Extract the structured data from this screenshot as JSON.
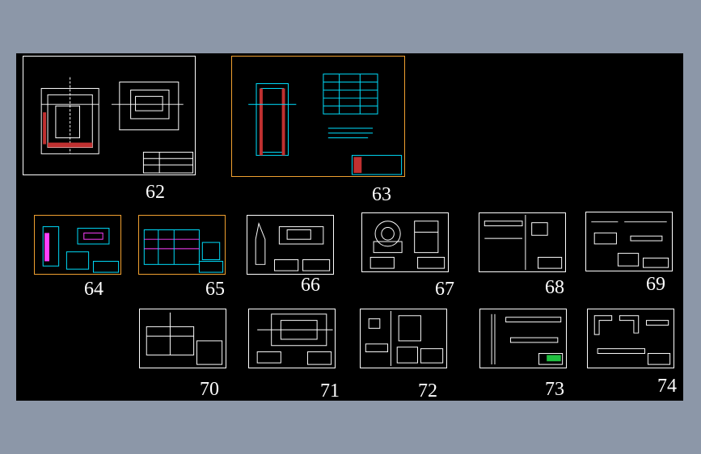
{
  "canvas": {
    "background": "#000000",
    "frame_background": "#8c97a8"
  },
  "sheets": [
    {
      "id": "62",
      "label": "62"
    },
    {
      "id": "63",
      "label": "63"
    },
    {
      "id": "64",
      "label": "64"
    },
    {
      "id": "65",
      "label": "65"
    },
    {
      "id": "66",
      "label": "66"
    },
    {
      "id": "67",
      "label": "67"
    },
    {
      "id": "68",
      "label": "68"
    },
    {
      "id": "69",
      "label": "69"
    },
    {
      "id": "70",
      "label": "70"
    },
    {
      "id": "71",
      "label": "71"
    },
    {
      "id": "72",
      "label": "72"
    },
    {
      "id": "73",
      "label": "73"
    },
    {
      "id": "74",
      "label": "74"
    }
  ],
  "colors": {
    "line": "#ffffff",
    "cyan": "#00e0ff",
    "red": "#ff2020",
    "magenta": "#ff40ff",
    "orange_frame": "#f0a030",
    "green": "#20c040"
  }
}
